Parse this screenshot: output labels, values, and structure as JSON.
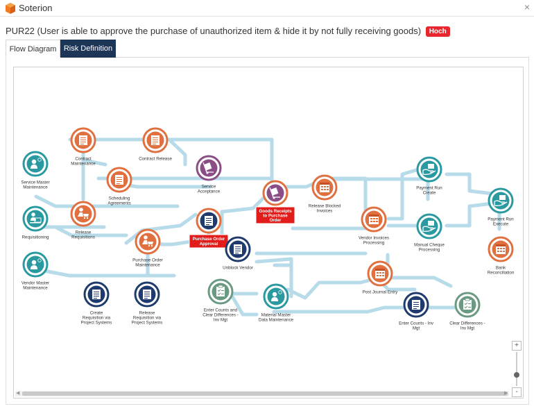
{
  "app": {
    "name": "Soterion"
  },
  "header": {
    "title": "PUR22 (User is able to approve the purchase of unauthorized item & hide it by not fully receiving goods)",
    "badge": "Hoch"
  },
  "tabs": [
    {
      "label": "Flow Diagram",
      "active": true
    },
    {
      "label": "Risk Definition",
      "active": false
    }
  ],
  "colors": {
    "teal": "#2b9aa0",
    "orange": "#e0703f",
    "navy": "#1f3b6e",
    "sage": "#6b9a82",
    "purple": "#8a4d86",
    "red": "#e21b1b",
    "pipe": "#b7dbe8"
  },
  "nodes": [
    {
      "id": "service_master",
      "label": [
        "Service Master",
        "Maintenance"
      ],
      "color": "teal",
      "icon": "user-info-icon"
    },
    {
      "id": "requisitioning",
      "label": [
        "Requisitioning"
      ],
      "color": "teal",
      "icon": "user-desk-icon"
    },
    {
      "id": "vendor_master",
      "label": [
        "Vendor Master",
        "Maintenance"
      ],
      "color": "teal",
      "icon": "user-info-icon"
    },
    {
      "id": "contract_maint",
      "label": [
        "Contract",
        "Maintenance"
      ],
      "color": "orange",
      "icon": "document-icon"
    },
    {
      "id": "release_req",
      "label": [
        "Release",
        "Requisitions"
      ],
      "color": "orange",
      "icon": "user-cart-icon"
    },
    {
      "id": "contract_release",
      "label": [
        "Contract Release"
      ],
      "color": "orange",
      "icon": "document-icon"
    },
    {
      "id": "scheduling",
      "label": [
        "Scheduling",
        "Agreements"
      ],
      "color": "orange",
      "icon": "document-icon"
    },
    {
      "id": "po_maint",
      "label": [
        "Purchase Order",
        "Maintenance"
      ],
      "color": "orange",
      "icon": "user-cart-icon"
    },
    {
      "id": "service_accept",
      "label": [
        "Service",
        "Acceptance"
      ],
      "color": "purple",
      "icon": "box-trolley-icon"
    },
    {
      "id": "po_approval",
      "label": [
        "Purchase Order",
        "Approval"
      ],
      "color": "orange",
      "icon": "document-icon",
      "highlight": true
    },
    {
      "id": "goods_receipts",
      "label": [
        "Goods Receipts",
        "to Purchase",
        "Order"
      ],
      "color": "purple",
      "icon": "box-trolley-icon",
      "highlight": true
    },
    {
      "id": "unblock_vendor",
      "label": [
        "Unblock Vendor"
      ],
      "color": "navy",
      "icon": "document-icon"
    },
    {
      "id": "release_blocked",
      "label": [
        "Release Blocked",
        "Invoices"
      ],
      "color": "orange",
      "icon": "invoice-icon"
    },
    {
      "id": "vendor_invoices",
      "label": [
        "Vendor Invoices",
        "Processing"
      ],
      "color": "orange",
      "icon": "invoice-icon"
    },
    {
      "id": "payment_run_create",
      "label": [
        "Payment Run",
        "Create"
      ],
      "color": "teal",
      "icon": "hand-money-icon"
    },
    {
      "id": "manual_cheque",
      "label": [
        "Manual Cheque",
        "Processing"
      ],
      "color": "teal",
      "icon": "hand-money-icon"
    },
    {
      "id": "payment_run_exec",
      "label": [
        "Payment Run",
        "Execute"
      ],
      "color": "teal",
      "icon": "hand-money-icon"
    },
    {
      "id": "bank_recon",
      "label": [
        "Bank",
        "Reconciliation"
      ],
      "color": "orange",
      "icon": "invoice-icon"
    },
    {
      "id": "create_req_ps",
      "label": [
        "Create",
        "Requisition via",
        "Project Systems"
      ],
      "color": "navy",
      "icon": "document-icon"
    },
    {
      "id": "release_req_ps",
      "label": [
        "Release",
        "Requisition via",
        "Project Systems"
      ],
      "color": "navy",
      "icon": "document-icon"
    },
    {
      "id": "enter_counts_diff",
      "label": [
        "Enter Counts and",
        "Clear Differences -",
        "Inv Mgt"
      ],
      "color": "sage",
      "icon": "clipboard-icon"
    },
    {
      "id": "material_master",
      "label": [
        "Material Master",
        "Data Maintenance"
      ],
      "color": "teal",
      "icon": "user-info-icon"
    },
    {
      "id": "post_journal",
      "label": [
        "Post Journal Entry"
      ],
      "color": "orange",
      "icon": "invoice-icon"
    },
    {
      "id": "enter_counts",
      "label": [
        "Enter Counts - Inv",
        "Mgt"
      ],
      "color": "navy",
      "icon": "document-icon"
    },
    {
      "id": "clear_diff",
      "label": [
        "Clear Differences -",
        "Inv Mgt"
      ],
      "color": "sage",
      "icon": "clipboard-icon"
    }
  ],
  "controls": {
    "zoom_in": "+",
    "zoom_out": "-"
  }
}
